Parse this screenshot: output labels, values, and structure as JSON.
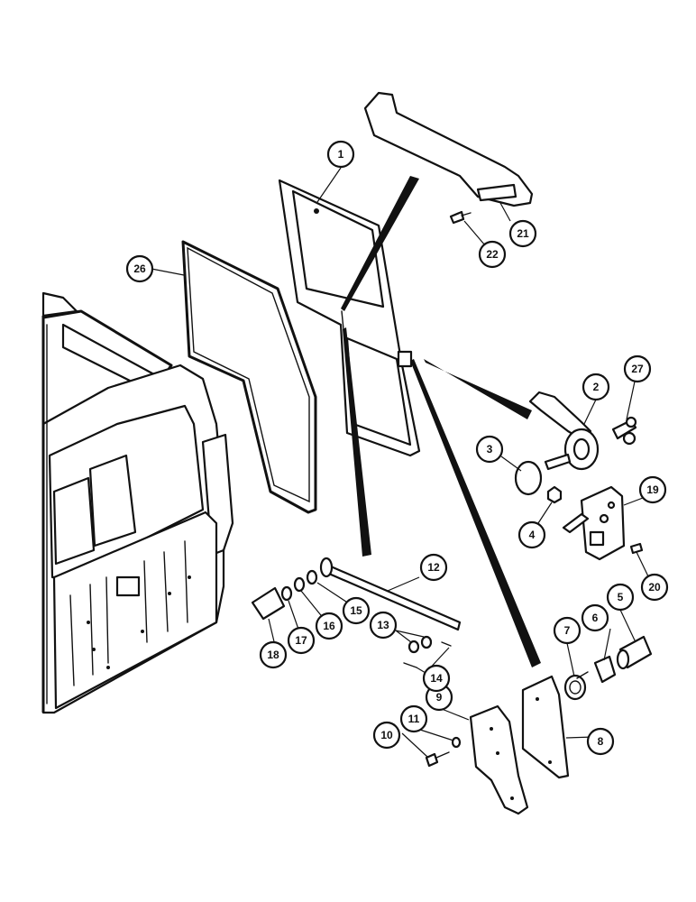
{
  "diagram": {
    "callouts": [
      {
        "id": "1",
        "label": "1"
      },
      {
        "id": "2",
        "label": "2"
      },
      {
        "id": "3",
        "label": "3"
      },
      {
        "id": "4",
        "label": "4"
      },
      {
        "id": "5",
        "label": "5"
      },
      {
        "id": "6",
        "label": "6"
      },
      {
        "id": "7",
        "label": "7"
      },
      {
        "id": "8",
        "label": "8"
      },
      {
        "id": "9",
        "label": "9"
      },
      {
        "id": "10",
        "label": "10"
      },
      {
        "id": "11",
        "label": "11"
      },
      {
        "id": "12",
        "label": "12"
      },
      {
        "id": "13",
        "label": "13"
      },
      {
        "id": "14",
        "label": "14"
      },
      {
        "id": "15",
        "label": "15"
      },
      {
        "id": "16",
        "label": "16"
      },
      {
        "id": "17",
        "label": "17"
      },
      {
        "id": "18",
        "label": "18"
      },
      {
        "id": "19",
        "label": "19"
      },
      {
        "id": "20",
        "label": "20"
      },
      {
        "id": "21",
        "label": "21"
      },
      {
        "id": "22",
        "label": "22"
      },
      {
        "id": "26",
        "label": "26"
      },
      {
        "id": "27",
        "label": "27"
      }
    ],
    "colors": {
      "ink": "#111111",
      "paper": "#ffffff"
    }
  }
}
